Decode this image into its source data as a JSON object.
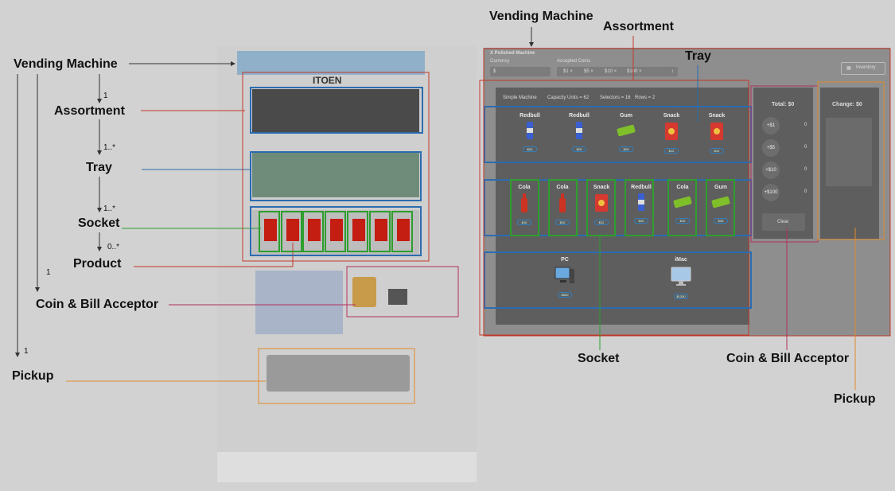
{
  "labels": {
    "vending_machine": "Vending Machine",
    "assortment": "Assortment",
    "tray": "Tray",
    "socket": "Socket",
    "product": "Product",
    "coin_bill_acceptor": "Coin & Bill Acceptor",
    "pickup": "Pickup"
  },
  "multiplicity": {
    "vm_assortment": "1",
    "assortment_tray": "1..*",
    "tray_socket": "1..*",
    "socket_product": "0..*",
    "vm_acceptor": "1",
    "vm_pickup": "1"
  },
  "photo": {
    "brand": "ITOEN"
  },
  "app": {
    "title": "X Polished Machine",
    "currency_label": "Currency",
    "currency_value": "$",
    "accepted_coins_label": "Accepted Coins",
    "coins": [
      "$1 ×",
      "$5 ×",
      "$10 ×",
      "$100 ×"
    ],
    "inventory_button": "Inventory",
    "info": [
      "Simple Machine",
      "Capacity Units = 62",
      "Selectors = 16",
      "Rows = 2"
    ],
    "tray1": [
      {
        "name": "Redbull",
        "price": "$20",
        "icon": "redbull-can-icon"
      },
      {
        "name": "Redbull",
        "price": "$20",
        "icon": "redbull-can-icon"
      },
      {
        "name": "Gum",
        "price": "$25",
        "icon": "gum-icon"
      },
      {
        "name": "Snack",
        "price": "$12",
        "icon": "snack-icon"
      },
      {
        "name": "Snack",
        "price": "$12",
        "icon": "snack-icon"
      }
    ],
    "tray2": [
      {
        "name": "Cola",
        "price": "$10",
        "icon": "cola-bottle-icon"
      },
      {
        "name": "Cola",
        "price": "$10",
        "icon": "cola-bottle-icon"
      },
      {
        "name": "Snack",
        "price": "$12",
        "icon": "snack-icon"
      },
      {
        "name": "Redbull",
        "price": "$20",
        "icon": "redbull-can-icon"
      },
      {
        "name": "Cola",
        "price": "$10",
        "icon": "gum-icon"
      },
      {
        "name": "Gum",
        "price": "$25",
        "icon": "gum-icon"
      }
    ],
    "tray3": [
      {
        "name": "PC",
        "price": "$600",
        "icon": "pc-icon"
      },
      {
        "name": "iMac",
        "price": "$1200",
        "icon": "imac-icon"
      }
    ],
    "total_label": "Total: $0",
    "insert_buttons": [
      {
        "label": "+$1",
        "count": "0"
      },
      {
        "label": "+$5",
        "count": "0"
      },
      {
        "label": "+$10",
        "count": "0"
      },
      {
        "label": "+$100",
        "count": "0"
      }
    ],
    "clear_button": "Clear",
    "change_label": "Change: $0"
  },
  "colors": {
    "assortment": "#c0392b",
    "tray": "#2b6cb0",
    "socket": "#2e9e2e",
    "acceptor": "#b03060",
    "pickup": "#e08a2b"
  }
}
